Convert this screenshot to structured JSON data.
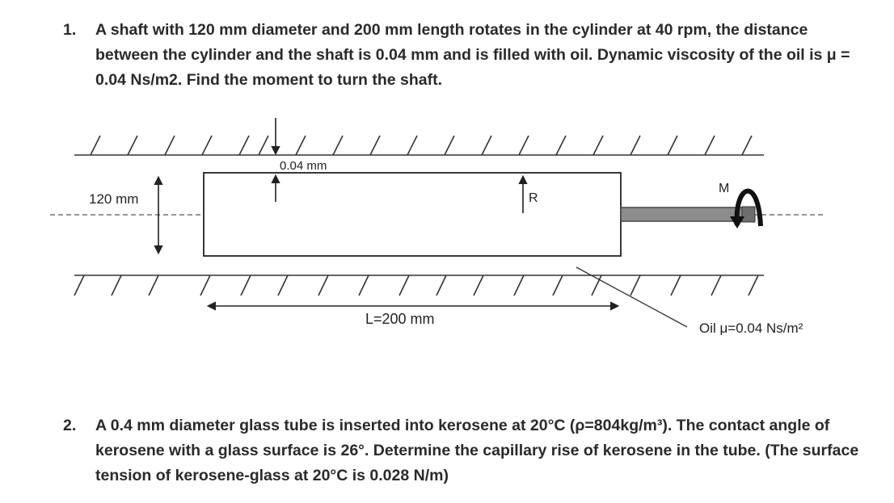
{
  "problems": [
    {
      "number": "1.",
      "text": "A shaft with 120 mm diameter and 200 mm length rotates in the cylinder at 40 rpm, the distance between the cylinder and the shaft is 0.04 mm and is filled with oil. Dynamic viscosity of the oil is μ = 0.04 Ns/m2. Find the moment to turn the shaft."
    },
    {
      "number": "2.",
      "text": "A 0.4 mm diameter glass tube is inserted into kerosene at 20°C (ρ=804kg/m³). The contact angle of kerosene with a glass surface is 26°. Determine the capillary rise of kerosene in the tube. (The surface tension of kerosene-glass at 20°C is 0.028 N/m)"
    }
  ],
  "diagram": {
    "gap_label": "0.04 mm",
    "diameter_label": "120 mm",
    "radius_label": "R",
    "moment_label": "M",
    "length_label": "L=200 mm",
    "oil_label": "Oil μ=0.04 Ns/m²"
  }
}
